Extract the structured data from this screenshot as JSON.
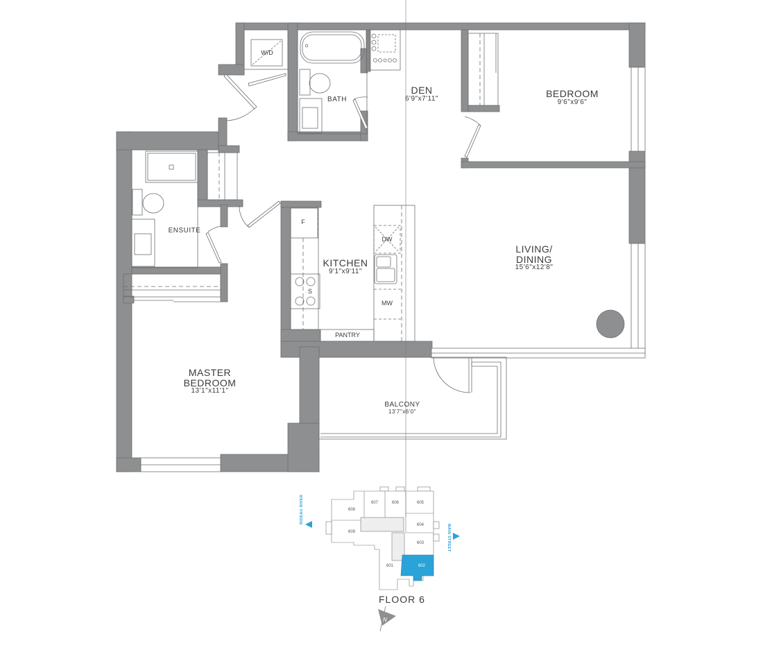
{
  "colors": {
    "wall": "#8e8f91",
    "wall_edge": "#6d6e70",
    "line": "#5a5a5a",
    "highlight_unit": "#2aa3d8",
    "text": "#3a3a3a"
  },
  "rooms": {
    "den": {
      "name": "DEN",
      "dim": "6'9\"x7'11\""
    },
    "bedroom": {
      "name": "BEDROOM",
      "dim": "9'6\"x9'6\""
    },
    "bath": {
      "name": "BATH"
    },
    "ensuite": {
      "name": "ENSUITE"
    },
    "kitchen": {
      "name": "KITCHEN",
      "dim": "9'1\"x9'11\""
    },
    "living": {
      "name_line1": "LIVING/",
      "name_line2": "DINING",
      "dim": "15'6\"x12'8\""
    },
    "master": {
      "name_line1": "MASTER",
      "name_line2": "BEDROOM",
      "dim": "13'1\"x11'1\""
    },
    "balcony": {
      "name": "BALCONY",
      "dim": "13'7\"x6'0\""
    },
    "pantry": {
      "name": "PANTRY"
    }
  },
  "fixtures": {
    "washer_dryer": "W/D",
    "fridge": "F",
    "stove": "S",
    "dishwasher": "DW",
    "microwave": "MW"
  },
  "keyplan": {
    "floor_label": "FLOOR 6",
    "units": [
      "601",
      "602",
      "603",
      "604",
      "605",
      "606",
      "607",
      "608",
      "609"
    ],
    "highlighted_unit": "602",
    "street_left": "RIDEAU RIVER",
    "street_right": "MAIN STREET",
    "north_label": "N"
  }
}
